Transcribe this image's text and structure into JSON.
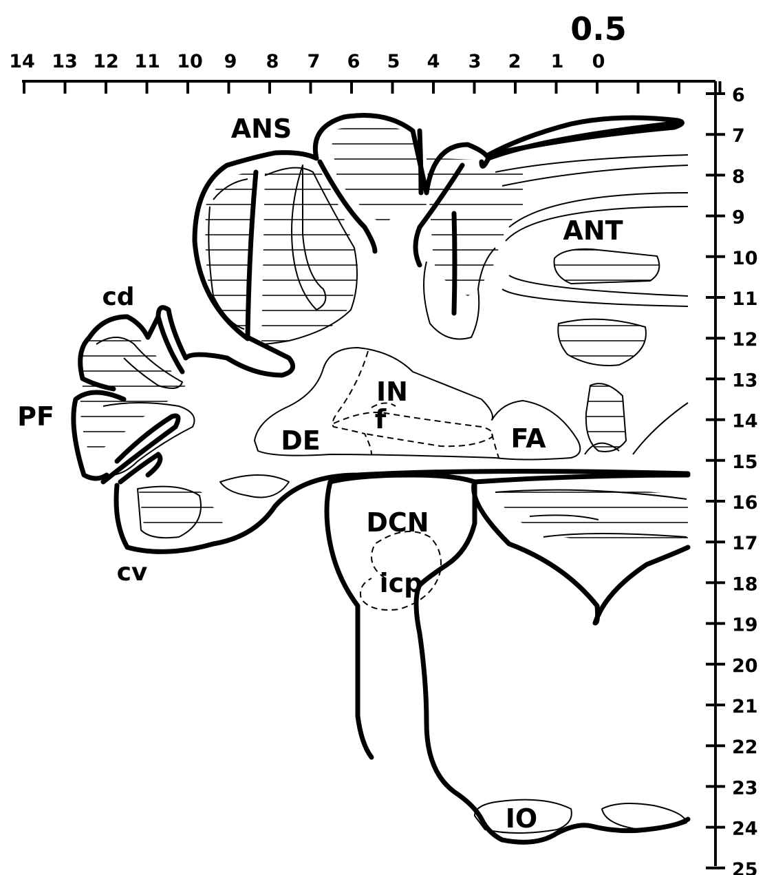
{
  "scale": {
    "reference_label": "0.5",
    "top_ticks": [
      "14",
      "13",
      "12",
      "11",
      "10",
      "9",
      "8",
      "7",
      "6",
      "5",
      "4",
      "3",
      "2",
      "1",
      "0"
    ],
    "right_ticks": [
      "6",
      "7",
      "8",
      "9",
      "10",
      "11",
      "12",
      "13",
      "14",
      "15",
      "16",
      "17",
      "18",
      "19",
      "20",
      "21",
      "22",
      "23",
      "24",
      "25"
    ]
  },
  "regions": {
    "ans": "ANS",
    "ant": "ANT",
    "cd": "cd",
    "pf": "PF",
    "cv": "cv",
    "in": "IN",
    "f": "f",
    "de": "DE",
    "fa": "FA",
    "dcn": "DCN",
    "icp": "icp",
    "io": "IO"
  }
}
